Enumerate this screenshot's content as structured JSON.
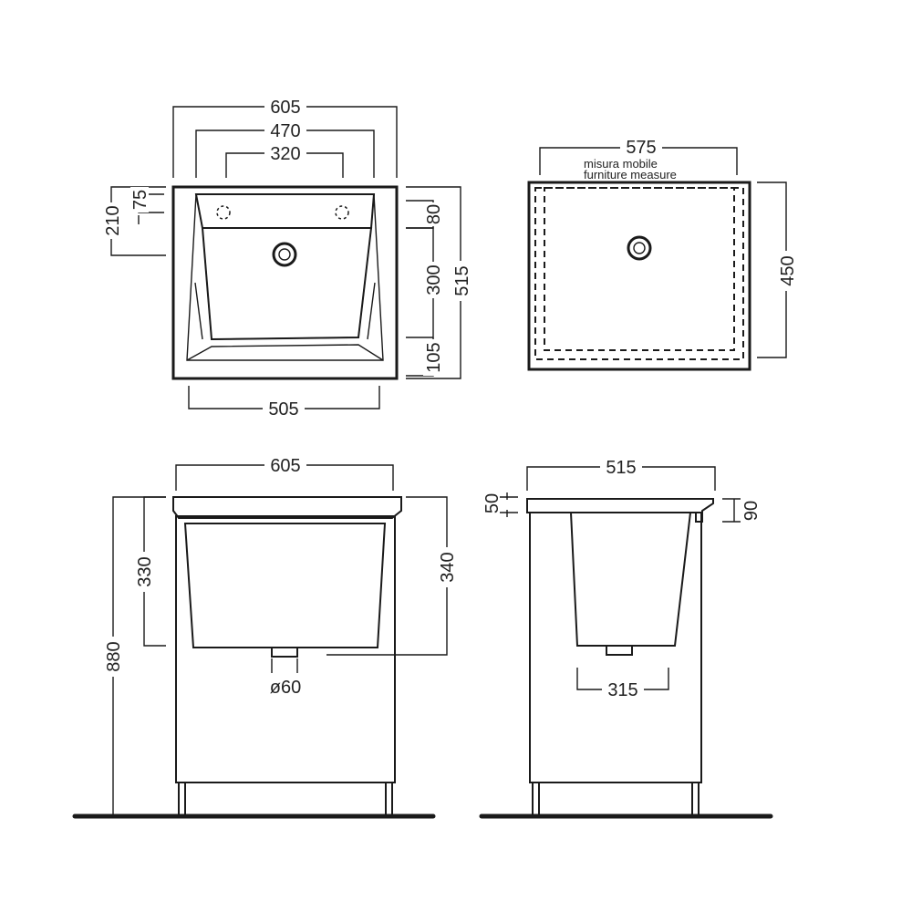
{
  "top_view": {
    "width_overall": "605",
    "width_inner": "470",
    "width_holes": "320",
    "height_left_outer": "210",
    "height_left_inner": "75",
    "height_right_top": "80",
    "height_basin": "300",
    "height_total": "515",
    "height_bottom": "105",
    "width_bottom": "505"
  },
  "furniture_view": {
    "width": "575",
    "label_it": "misura mobile",
    "label_en": "furniture measure",
    "depth": "450"
  },
  "front_view": {
    "width": "605",
    "total_height": "880",
    "basin_height_left": "330",
    "basin_height_right": "340",
    "drain_diameter": "ø60"
  },
  "side_view": {
    "width": "515",
    "rim_left": "50",
    "rim_right": "90",
    "basin_width": "315"
  },
  "colors": {
    "line": "#1a1a1a",
    "background": "#ffffff"
  }
}
